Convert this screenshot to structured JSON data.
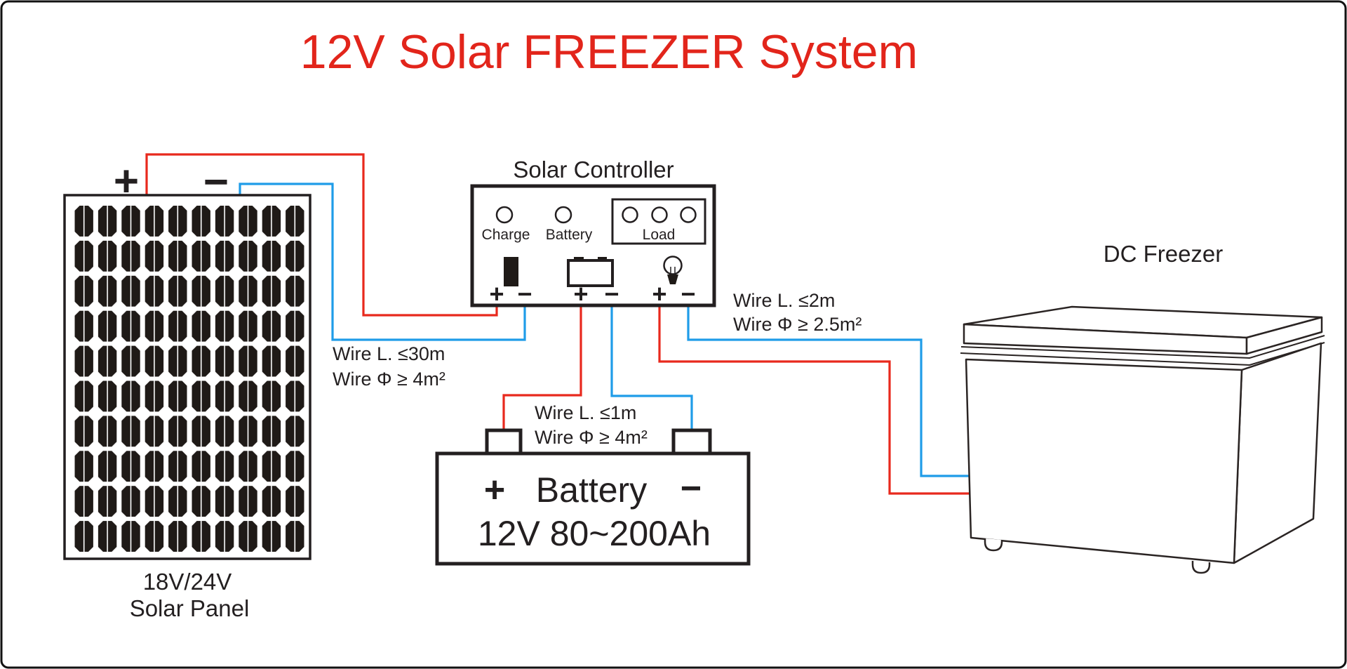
{
  "title": {
    "text": "12V Solar FREEZER System",
    "color": "#e2251b"
  },
  "solar_panel": {
    "terminal_plus": "+",
    "terminal_minus": "−",
    "caption_line1": "18V/24V",
    "caption_line2": "Solar Panel"
  },
  "controller": {
    "title": "Solar Controller",
    "led_charge_label": "Charge",
    "led_battery_label": "Battery",
    "load_label": "Load",
    "charge_plus": "+",
    "charge_minus": "−",
    "battery_plus": "+",
    "battery_minus": "−",
    "load_plus": "+",
    "load_minus": "−"
  },
  "battery": {
    "plus": "+",
    "name": "Battery",
    "minus": "−",
    "spec": "12V 80~200Ah"
  },
  "freezer": {
    "label": "DC Freezer"
  },
  "notes": {
    "pv_wire": {
      "line1": "Wire L. ≤30m",
      "line2": "Wire Φ ≥ 4m²"
    },
    "battery_wire": {
      "line1": "Wire L. ≤1m",
      "line2": "Wire Φ ≥ 4m²"
    },
    "load_wire": {
      "line1": "Wire L. ≤2m",
      "line2": "Wire Φ ≥ 2.5m²"
    }
  },
  "colors": {
    "positive_wire": "#e8291d",
    "negative_wire": "#1f9ce8",
    "title": "#e2251b",
    "ink": "#231f20",
    "background": "#ffffff"
  }
}
